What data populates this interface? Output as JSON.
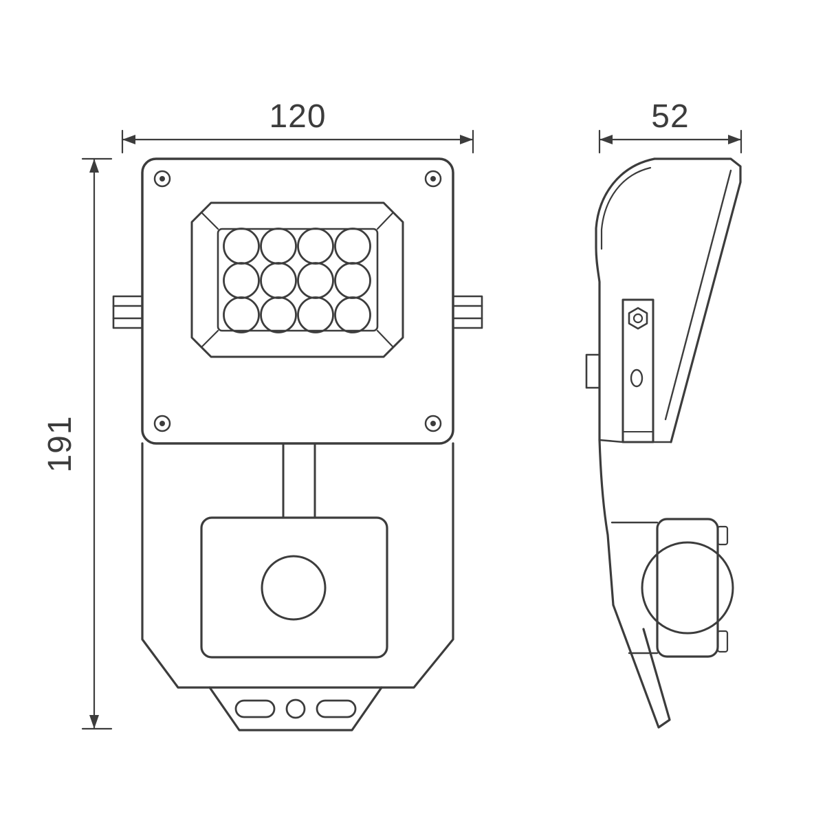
{
  "drawing": {
    "background_color": "#ffffff",
    "line_color": "#3c3c3c",
    "dimensions": {
      "width": {
        "label": "120"
      },
      "depth": {
        "label": "52"
      },
      "height": {
        "label": "191"
      }
    }
  }
}
